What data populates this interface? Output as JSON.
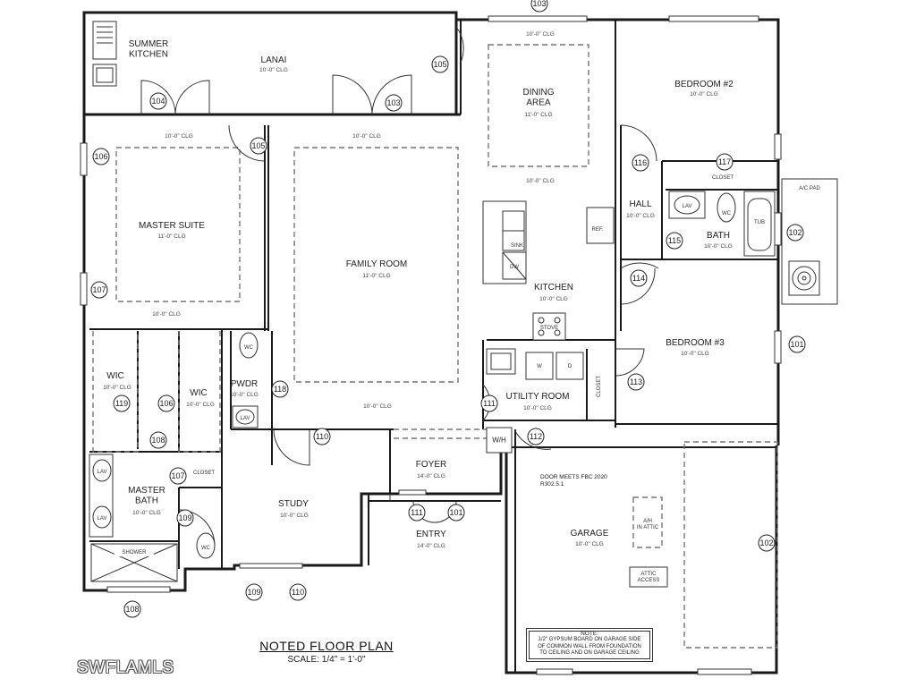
{
  "rooms": {
    "summer_kitchen": {
      "name": "SUMMER\nKITCHEN"
    },
    "lanai": {
      "name": "LANAI",
      "clg": "10'-0\" CLG"
    },
    "dining": {
      "name": "DINING\nAREA",
      "clg": "11'-0\" CLG",
      "clg_top": "10'-0\" CLG",
      "clg_bottom": "10'-0\" CLG"
    },
    "bedroom2": {
      "name": "BEDROOM #2",
      "clg": "10'-0\" CLG"
    },
    "master_suite": {
      "name": "MASTER SUITE",
      "clg": "11'-0\" CLG",
      "clg_top": "10'-0\" CLG",
      "clg_bottom": "10'-0\" CLG"
    },
    "family": {
      "name": "FAMILY ROOM",
      "clg": "11'-0\" CLG",
      "clg_top": "10'-0\" CLG",
      "clg_bottom": "10'-0\" CLG"
    },
    "hall": {
      "name": "HALL",
      "clg": "10'-0\" CLG"
    },
    "bath": {
      "name": "BATH",
      "clg": "10'-0\" CLG"
    },
    "kitchen": {
      "name": "KITCHEN",
      "clg": "10'-0\" CLG"
    },
    "bedroom3": {
      "name": "BEDROOM #3",
      "clg": "10'-0\" CLG"
    },
    "wic1": {
      "name": "WIC",
      "clg": "10'-0\" CLG"
    },
    "wic2": {
      "name": "WIC",
      "clg": "10'-0\" CLG"
    },
    "pwdr": {
      "name": "PWDR",
      "clg": "10'-0\" CLG"
    },
    "utility": {
      "name": "UTILITY ROOM",
      "clg": "10'-0\" CLG"
    },
    "foyer": {
      "name": "FOYER",
      "clg": "14'-0\" CLG"
    },
    "master_bath": {
      "name": "MASTER\nBATH",
      "clg": "10'-0\" CLG"
    },
    "study": {
      "name": "STUDY",
      "clg": "10'-0\" CLG"
    },
    "entry": {
      "name": "ENTRY",
      "clg": "14'-0\" CLG"
    },
    "garage": {
      "name": "GARAGE",
      "clg": "10'-0\" CLG"
    }
  },
  "fixtures": {
    "closet1": "CLOSET",
    "closet2": "CLOSET",
    "closet3": "CLOSET",
    "lav": "LAV",
    "wc": "WC",
    "tub": "TUB",
    "shower": "SHOWER",
    "ref": "REF.",
    "stove": "STOVE",
    "dw": "DW",
    "sink": "SINK",
    "washer": "W",
    "dryer": "D",
    "wh": "W/H",
    "ac_pad": "A/C PAD",
    "ah": "A/H\nIN ATTIC",
    "attic_access": "ATTIC\nACCESS"
  },
  "tags": [
    "104",
    "103",
    "105",
    "105",
    "106",
    "107",
    "116",
    "117",
    "102",
    "115",
    "114",
    "101",
    "113",
    "119",
    "106",
    "118",
    "111",
    "112",
    "108",
    "107",
    "110",
    "111",
    "101",
    "109",
    "102",
    "109",
    "110",
    "108",
    "103"
  ],
  "notes": {
    "fbc": "DOOR MEETS FBC 2020\nR302.5.1",
    "garage_title": "NOTE:",
    "garage_text": "1/2\" GYPSUM BOARD ON GARAGE SIDE\nOF COMMON WALL FROM FOUNDATION\nTO CEILING AND ON GARAGE CEILING"
  },
  "title": "NOTED FLOOR PLAN",
  "scale": "SCALE: 1/4\" = 1'-0\"",
  "watermark": "SWFLAMLS"
}
